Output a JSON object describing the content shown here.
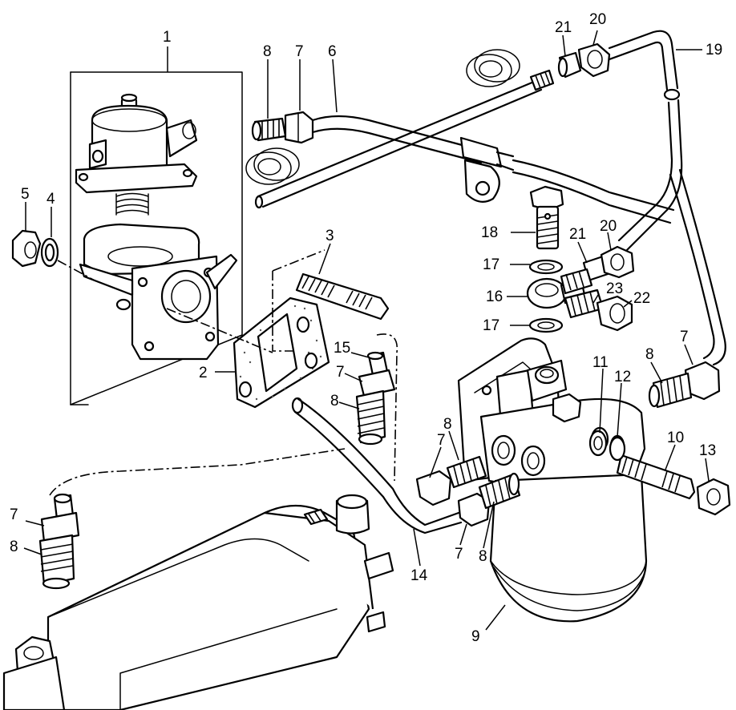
{
  "diagram": {
    "callouts": [
      {
        "id": "c1",
        "text": "1"
      },
      {
        "id": "c2",
        "text": "2"
      },
      {
        "id": "c3",
        "text": "3"
      },
      {
        "id": "c4",
        "text": "4"
      },
      {
        "id": "c5",
        "text": "5"
      },
      {
        "id": "c6",
        "text": "6"
      },
      {
        "id": "c7a",
        "text": "7"
      },
      {
        "id": "c8a",
        "text": "8"
      },
      {
        "id": "c7b",
        "text": "7"
      },
      {
        "id": "c8b",
        "text": "8"
      },
      {
        "id": "c7c",
        "text": "7"
      },
      {
        "id": "c8c",
        "text": "8"
      },
      {
        "id": "c7d",
        "text": "7"
      },
      {
        "id": "c8d",
        "text": "8"
      },
      {
        "id": "c7e",
        "text": "7"
      },
      {
        "id": "c8e",
        "text": "8"
      },
      {
        "id": "c7f",
        "text": "7"
      },
      {
        "id": "c8f",
        "text": "8"
      },
      {
        "id": "c9",
        "text": "9"
      },
      {
        "id": "c10",
        "text": "10"
      },
      {
        "id": "c11",
        "text": "11"
      },
      {
        "id": "c12",
        "text": "12"
      },
      {
        "id": "c13",
        "text": "13"
      },
      {
        "id": "c14",
        "text": "14"
      },
      {
        "id": "c15",
        "text": "15"
      },
      {
        "id": "c16",
        "text": "16"
      },
      {
        "id": "c17a",
        "text": "17"
      },
      {
        "id": "c17b",
        "text": "17"
      },
      {
        "id": "c18",
        "text": "18"
      },
      {
        "id": "c19",
        "text": "19"
      },
      {
        "id": "c20a",
        "text": "20"
      },
      {
        "id": "c21a",
        "text": "21"
      },
      {
        "id": "c20b",
        "text": "20"
      },
      {
        "id": "c21b",
        "text": "21"
      },
      {
        "id": "c22",
        "text": "22"
      },
      {
        "id": "c23",
        "text": "23"
      }
    ]
  }
}
